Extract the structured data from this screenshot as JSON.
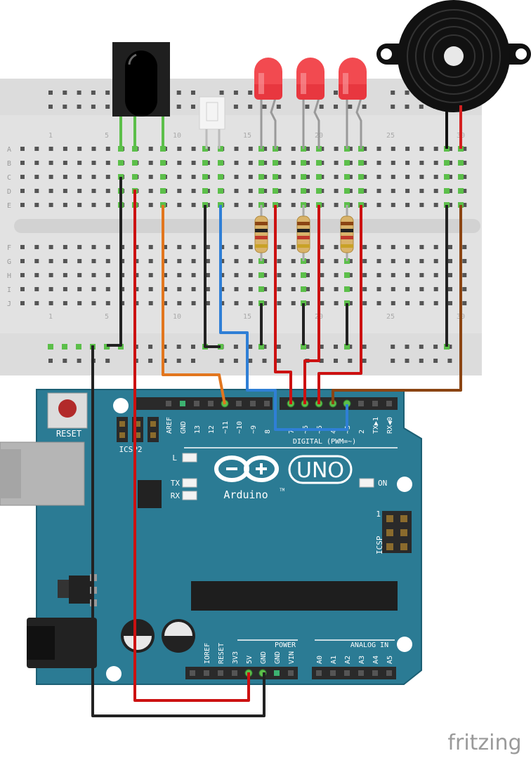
{
  "breadboard": {
    "row_letters_top": [
      "A",
      "B",
      "C",
      "D",
      "E"
    ],
    "row_letters_bottom": [
      "F",
      "G",
      "H",
      "I",
      "J"
    ],
    "column_numbers": [
      "1",
      "5",
      "10",
      "15",
      "20",
      "25",
      "30"
    ]
  },
  "arduino": {
    "reset_label": "RESET",
    "icsp2_label": "ICSP2",
    "icsp_label": "ICSP",
    "icsp_pin1": "1",
    "digital_label": "DIGITAL (PWM=~)",
    "digital_pins": [
      "AREF",
      "GND",
      "13",
      "12",
      "~11",
      "~10",
      "~9",
      "8",
      "7",
      "~6",
      "~5",
      "4",
      "~3",
      "2",
      "TX▶1",
      "RX◀0"
    ],
    "power_label": "POWER",
    "analog_label": "ANALOG IN",
    "power_pins": [
      "IOREF",
      "RESET",
      "3V3",
      "5V",
      "GND",
      "GND",
      "VIN"
    ],
    "analog_pins": [
      "A0",
      "A1",
      "A2",
      "A3",
      "A4",
      "A5"
    ],
    "led_l": "L",
    "led_tx": "TX",
    "led_rx": "RX",
    "led_on": "ON",
    "brand": "Arduino",
    "trademark": "TM",
    "model": "UNO"
  },
  "watermark": "fritzing",
  "colors": {
    "board": "#2b7b94",
    "board_dark": "#1f6a82",
    "breadboard": "#e4e4e4",
    "wire_red": "#cc1111",
    "wire_black": "#222222",
    "wire_orange": "#e2761e",
    "wire_blue": "#2f7fd6",
    "wire_brown": "#8b4513",
    "wire_green": "#5cbf4a",
    "led_red": "#e8373f"
  }
}
